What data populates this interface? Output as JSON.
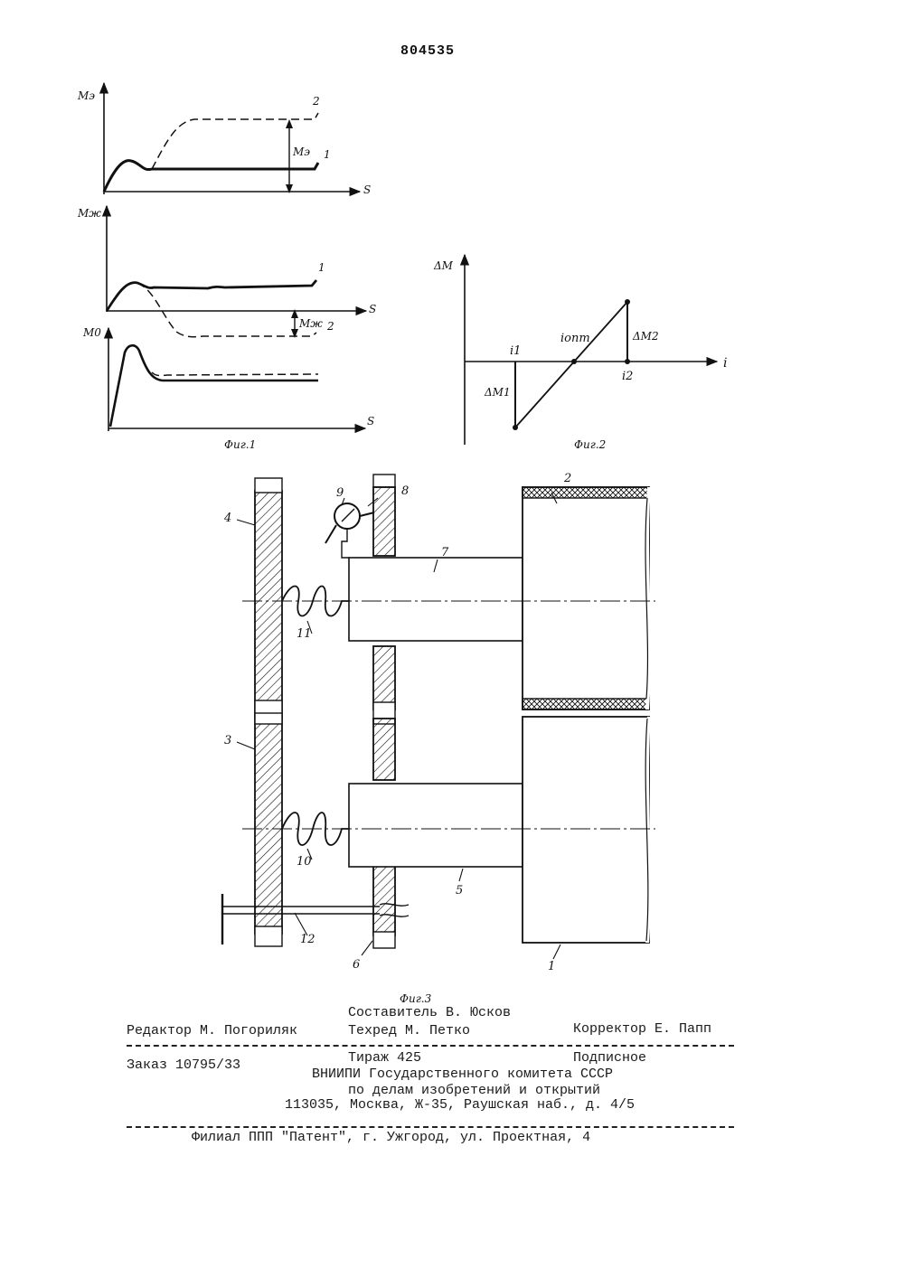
{
  "patent_number": "804535",
  "fig1": {
    "caption": "Фиг.1",
    "top": {
      "ylabel": "Mэ",
      "xlabel": "S",
      "curve1": "1",
      "curve2": "2",
      "delta": "Mэ"
    },
    "mid": {
      "ylabel": "Mж",
      "xlabel": "S",
      "curve1": "1",
      "curve2": "2",
      "delta": "Mж"
    },
    "bot": {
      "ylabel": "M0",
      "xlabel": "S"
    }
  },
  "fig2": {
    "caption": "Фиг.2",
    "ylabel": "ΔM",
    "xlabel": "i",
    "i1": "i1",
    "iopt": "iопт",
    "i2": "i2",
    "dm1": "ΔM1",
    "dm2": "ΔM2"
  },
  "fig3": {
    "caption": "Фиг.3",
    "labels": {
      "n1": "1",
      "n2": "2",
      "n3": "3",
      "n4": "4",
      "n5": "5",
      "n6": "6",
      "n7": "7",
      "n8": "8",
      "n9": "9",
      "n10": "10",
      "n11": "11",
      "n12": "12"
    }
  },
  "footer": {
    "compiler": "Составитель В. Юсков",
    "editor": "Редактор М. Погориляк",
    "techred": "Техред М. Петко",
    "corrector": "Корректор Е. Папп",
    "order": "Заказ 10795/33",
    "circulation": "Тираж 425",
    "subscription": "Подписное",
    "org_line1": "ВНИИПИ Государственного комитета СССР",
    "org_line2": "по делам изобретений и открытий",
    "address": "113035, Москва, Ж-35, Раушская наб.,  д. 4/5",
    "branch": "Филиал ППП \"Патент\", г. Ужгород, ул. Проектная, 4"
  }
}
